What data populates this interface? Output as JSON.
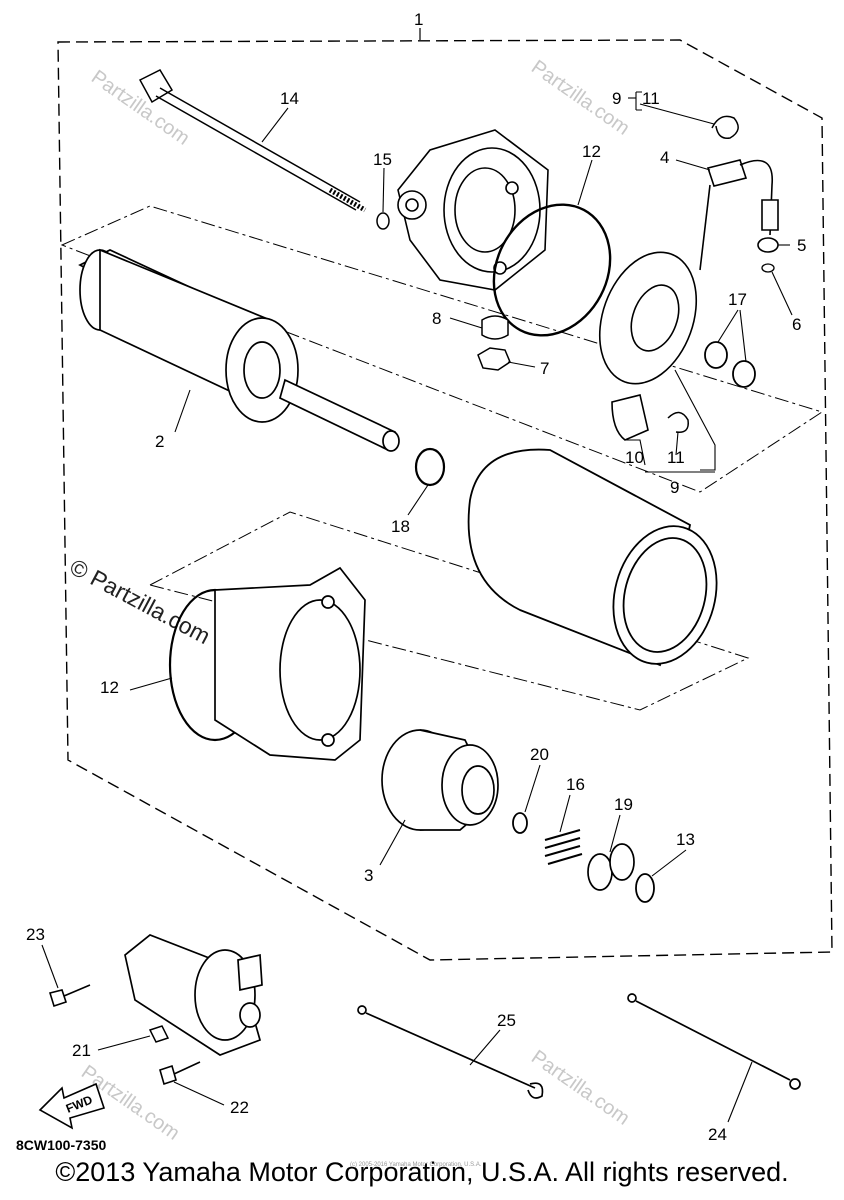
{
  "diagram": {
    "callouts": {
      "c1": "1",
      "c2": "2",
      "c3": "3",
      "c4": "4",
      "c5": "5",
      "c6": "6",
      "c7": "7",
      "c8": "8",
      "c9a": "9",
      "c9b": "9",
      "c10": "10",
      "c11a": "11",
      "c11b": "11",
      "c12a": "12",
      "c12b": "12",
      "c13": "13",
      "c14": "14",
      "c15": "15",
      "c16": "16",
      "c17": "17",
      "c18": "18",
      "c19": "19",
      "c20": "20",
      "c21": "21",
      "c22": "22",
      "c23": "23",
      "c24": "24",
      "c25": "25"
    },
    "fwd_label": "FWD",
    "diagram_code": "8CW100-7350",
    "watermark": "© Partzilla.com",
    "watermark_short": "Partzilla.com"
  },
  "footer": {
    "copyright": "©2013 Yamaha Motor Corporation, U.S.A. All rights reserved.",
    "tiny_notice": "(c) 2005-2016 Yamaha Motor Corporation, U.S.A."
  }
}
